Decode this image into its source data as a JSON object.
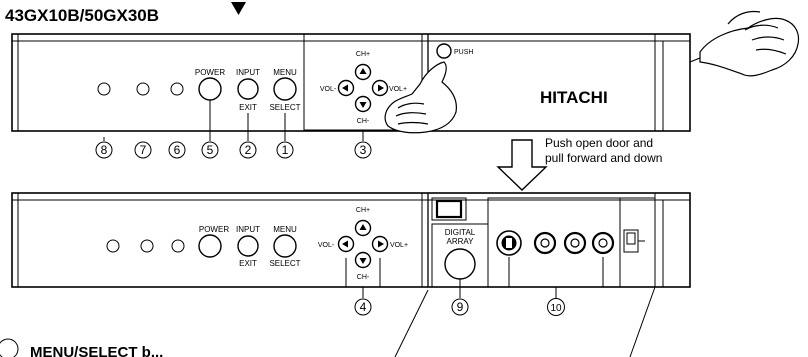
{
  "title": "43GX10B/50GX30B",
  "panel_top": {
    "buttons": {
      "power": "POWER",
      "input": "INPUT",
      "menu": "MENU",
      "exit": "EXIT",
      "select": "SELECT"
    },
    "pad": {
      "up": "CH+",
      "down": "CH-",
      "left": "VOL-",
      "right": "VOL+"
    },
    "push_label": "PUSH",
    "brand": "HITACHI",
    "callouts": [
      "8",
      "7",
      "6",
      "5",
      "2",
      "1",
      "3"
    ]
  },
  "instruction": {
    "line1": "Push open door and",
    "line2": "pull forward and down"
  },
  "panel_bottom": {
    "buttons": {
      "power": "POWER",
      "input": "INPUT",
      "menu": "MENU",
      "exit": "EXIT",
      "select": "SELECT"
    },
    "pad": {
      "up": "CH+",
      "down": "CH-",
      "left": "VOL-",
      "right": "VOL+"
    },
    "digital_array": {
      "line1": "DIGITAL",
      "line2": "ARRAY"
    },
    "callouts": [
      "4",
      "9",
      "10"
    ]
  },
  "footer_text": "MENU/SELECT b..."
}
